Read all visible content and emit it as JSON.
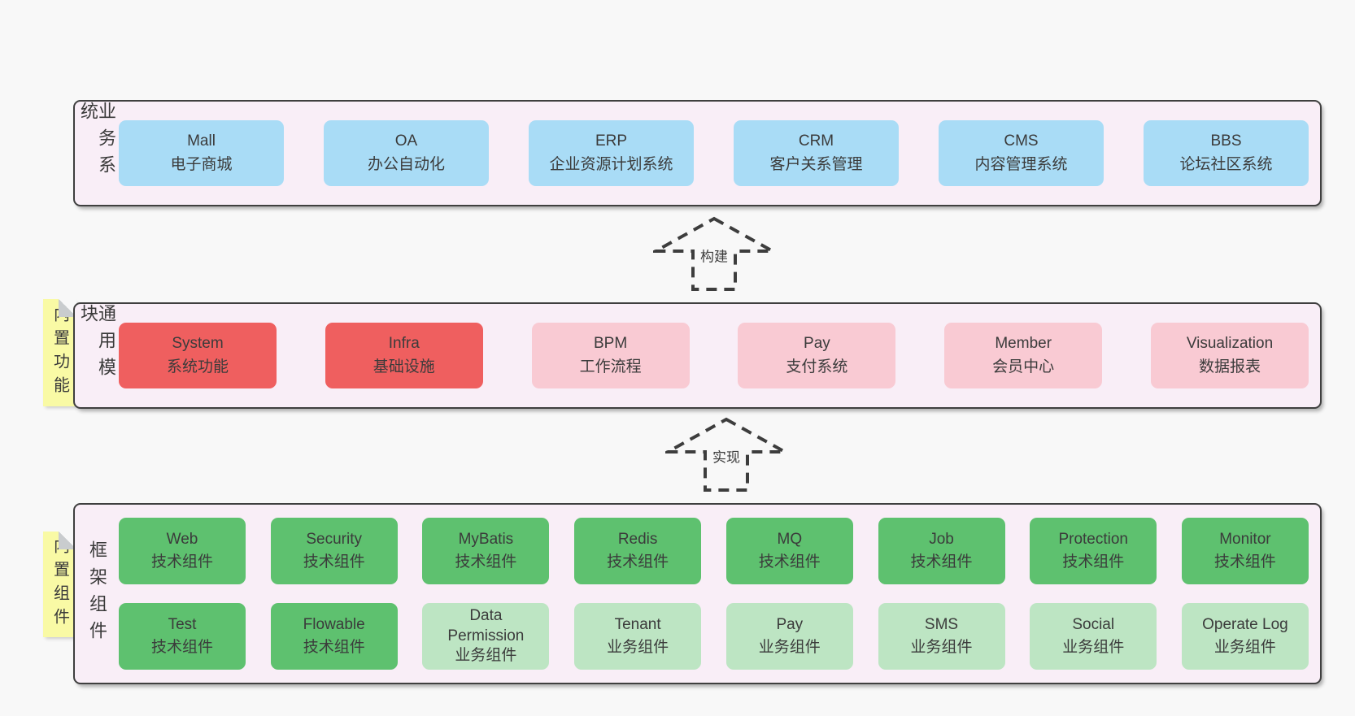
{
  "colors": {
    "page_bg": "#f8f8f8",
    "layer_bg": "#f9eef7",
    "layer_border": "#3f3f3f",
    "business_box": "#a9dcf6",
    "core_module_box": "#ef5f5f",
    "module_box": "#f9cad3",
    "tech_component_box": "#5ec16f",
    "biz_component_box": "#bde5c3",
    "sticky_tab": "#f9faa5",
    "text": "#3a3a3a"
  },
  "layers": [
    {
      "label": "业务系统",
      "boxes": [
        {
          "title": "Mall",
          "subtitle": "电子商城"
        },
        {
          "title": "OA",
          "subtitle": "办公自动化"
        },
        {
          "title": "ERP",
          "subtitle": "企业资源计划系统"
        },
        {
          "title": "CRM",
          "subtitle": "客户关系管理"
        },
        {
          "title": "CMS",
          "subtitle": "内容管理系统"
        },
        {
          "title": "BBS",
          "subtitle": "论坛社区系统"
        }
      ]
    },
    {
      "label": "通用模块",
      "tag": "内置功能",
      "boxes": [
        {
          "title": "System",
          "subtitle": "系统功能"
        },
        {
          "title": "Infra",
          "subtitle": "基础设施"
        },
        {
          "title": "BPM",
          "subtitle": "工作流程"
        },
        {
          "title": "Pay",
          "subtitle": "支付系统"
        },
        {
          "title": "Member",
          "subtitle": "会员中心"
        },
        {
          "title": "Visualization",
          "subtitle": "数据报表"
        }
      ]
    },
    {
      "label": "框架组件",
      "tag": "内置组件",
      "rows": [
        [
          {
            "title": "Web",
            "subtitle": "技术组件"
          },
          {
            "title": "Security",
            "subtitle": "技术组件"
          },
          {
            "title": "MyBatis",
            "subtitle": "技术组件"
          },
          {
            "title": "Redis",
            "subtitle": "技术组件"
          },
          {
            "title": "MQ",
            "subtitle": "技术组件"
          },
          {
            "title": "Job",
            "subtitle": "技术组件"
          },
          {
            "title": "Protection",
            "subtitle": "技术组件"
          },
          {
            "title": "Monitor",
            "subtitle": "技术组件"
          }
        ],
        [
          {
            "title": "Test",
            "subtitle": "技术组件"
          },
          {
            "title": "Flowable",
            "subtitle": "技术组件"
          },
          {
            "title": "Data Permission",
            "subtitle": "业务组件"
          },
          {
            "title": "Tenant",
            "subtitle": "业务组件"
          },
          {
            "title": "Pay",
            "subtitle": "业务组件"
          },
          {
            "title": "SMS",
            "subtitle": "业务组件"
          },
          {
            "title": "Social",
            "subtitle": "业务组件"
          },
          {
            "title": "Operate Log",
            "subtitle": "业务组件"
          }
        ]
      ]
    }
  ],
  "arrows": [
    {
      "label": "构建"
    },
    {
      "label": "实现"
    }
  ]
}
